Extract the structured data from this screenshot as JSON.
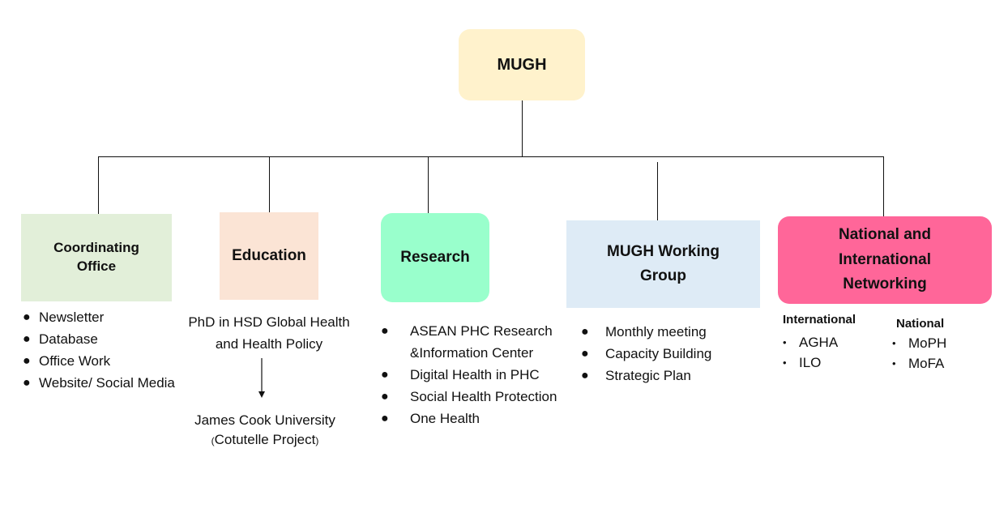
{
  "colors": {
    "top": "#fff2cc",
    "coordinating": "#e2efd9",
    "education": "#fbe4d5",
    "research": "#99ffcc",
    "working_group": "#deebf6",
    "networking": "#ff6699",
    "lines": "#111111"
  },
  "top": {
    "label": "MUGH"
  },
  "coordinating": {
    "title_line1": "Coordinating",
    "title_line2": "Office",
    "items": [
      "Newsletter",
      "Database",
      "Office Work",
      "Website/ Social Media"
    ]
  },
  "education": {
    "title": "Education",
    "program_line1": "PhD in HSD Global Health",
    "program_line2": "and Health Policy",
    "partner_line1": "James Cook University",
    "partner_line2": "Cotutelle Project",
    "open_paren": "(",
    "close_paren": ")",
    "arrow_icon": "arrow-down-icon"
  },
  "research": {
    "title": "Research",
    "items": [
      "ASEAN PHC Research",
      "&Information Center",
      "Digital Health in PHC",
      "Social Health Protection",
      "One Health"
    ]
  },
  "working_group": {
    "title_line1": "MUGH Working",
    "title_line2": "Group",
    "items": [
      "Monthly meeting",
      "Capacity Building",
      "Strategic Plan"
    ]
  },
  "networking": {
    "title_line1": "National and",
    "title_line2": "International",
    "title_line3": "Networking",
    "international": {
      "heading": "International",
      "items": [
        "AGHA",
        "ILO"
      ]
    },
    "national": {
      "heading": "National",
      "items": [
        "MoPH",
        "MoFA"
      ]
    }
  }
}
